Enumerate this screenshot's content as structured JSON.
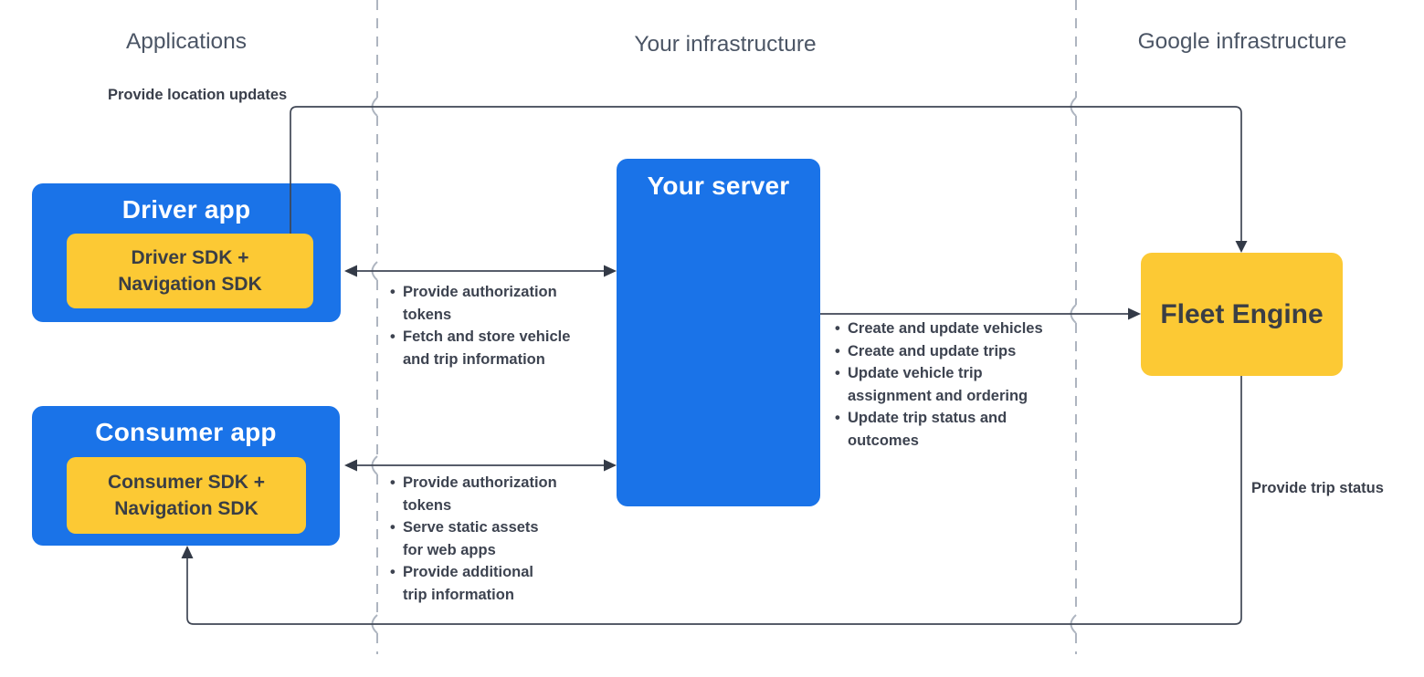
{
  "columns": {
    "applications": "Applications",
    "your_infrastructure": "Your infrastructure",
    "google_infrastructure": "Google infrastructure"
  },
  "nodes": {
    "driver_app": {
      "title": "Driver app",
      "sdk": "Driver SDK +\nNavigation SDK"
    },
    "consumer_app": {
      "title": "Consumer app",
      "sdk": "Consumer SDK +\nNavigation SDK"
    },
    "your_server": {
      "title": "Your server"
    },
    "fleet_engine": {
      "title": "Fleet Engine"
    }
  },
  "edge_labels": {
    "provide_location_updates": "Provide location updates",
    "provide_trip_status": "Provide trip status"
  },
  "lists": {
    "driver_server": {
      "items": [
        "Provide authorization\ntokens",
        "Fetch and store vehicle\nand trip information"
      ]
    },
    "consumer_server": {
      "items": [
        "Provide authorization\ntokens",
        "Serve static assets\nfor web apps",
        "Provide additional\ntrip information"
      ]
    },
    "server_fleet": {
      "items": [
        "Create and update vehicles",
        "Create and update trips",
        "Update vehicle trip\nassignment and ordering",
        "Update trip status and\noutcomes"
      ]
    }
  },
  "glyphs": {
    "bullet": "•"
  },
  "colors": {
    "blue": "#1a73e8",
    "yellow": "#fcc934",
    "line": "#3f4654",
    "arrow": "#333a47",
    "dashed": "#aeb5c0",
    "text_dark": "#3a3f4b",
    "heading": "#4b5565"
  }
}
